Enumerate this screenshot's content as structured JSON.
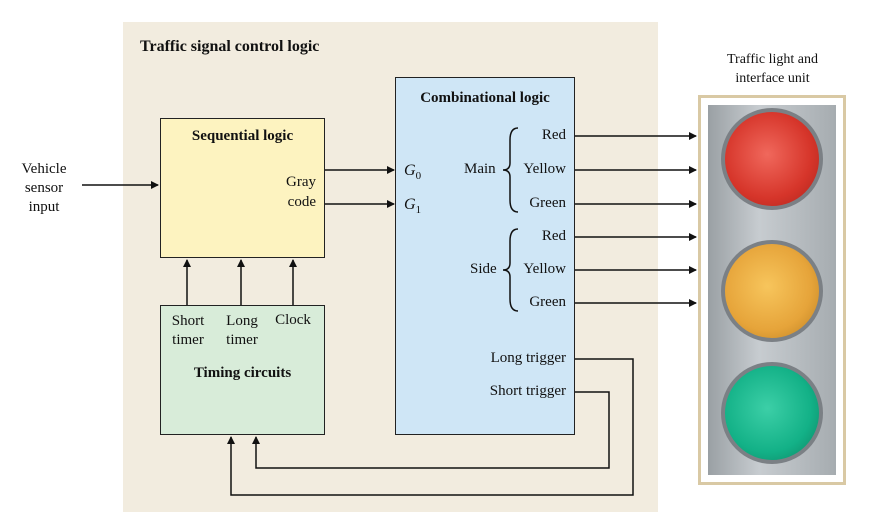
{
  "main_title": "Traffic signal control logic",
  "vehicle_input": {
    "line1": "Vehicle",
    "line2": "sensor",
    "line3": "input"
  },
  "sequential": {
    "title": "Sequential logic",
    "out1": "Gray",
    "out2": "code"
  },
  "timing": {
    "short1": "Short",
    "short2": "timer",
    "long1": "Long",
    "long2": "timer",
    "clock": "Clock",
    "title": "Timing circuits"
  },
  "combinational": {
    "title": "Combinational logic",
    "g0": "G",
    "g0_sub": "0",
    "g1": "G",
    "g1_sub": "1",
    "main_label": "Main",
    "side_label": "Side",
    "red": "Red",
    "yellow": "Yellow",
    "green": "Green",
    "long_trigger": "Long trigger",
    "short_trigger": "Short trigger"
  },
  "traffic_unit": {
    "line1": "Traffic light and",
    "line2": "interface unit"
  },
  "colors": {
    "panel": "#f2ecdf",
    "sequential_fill": "#fdf3c0",
    "timing_fill": "#d8ecd9",
    "combinational_fill": "#cfe6f6",
    "red_lamp": "#d6352a",
    "yellow_lamp": "#e6a43a",
    "green_lamp": "#13b187"
  }
}
